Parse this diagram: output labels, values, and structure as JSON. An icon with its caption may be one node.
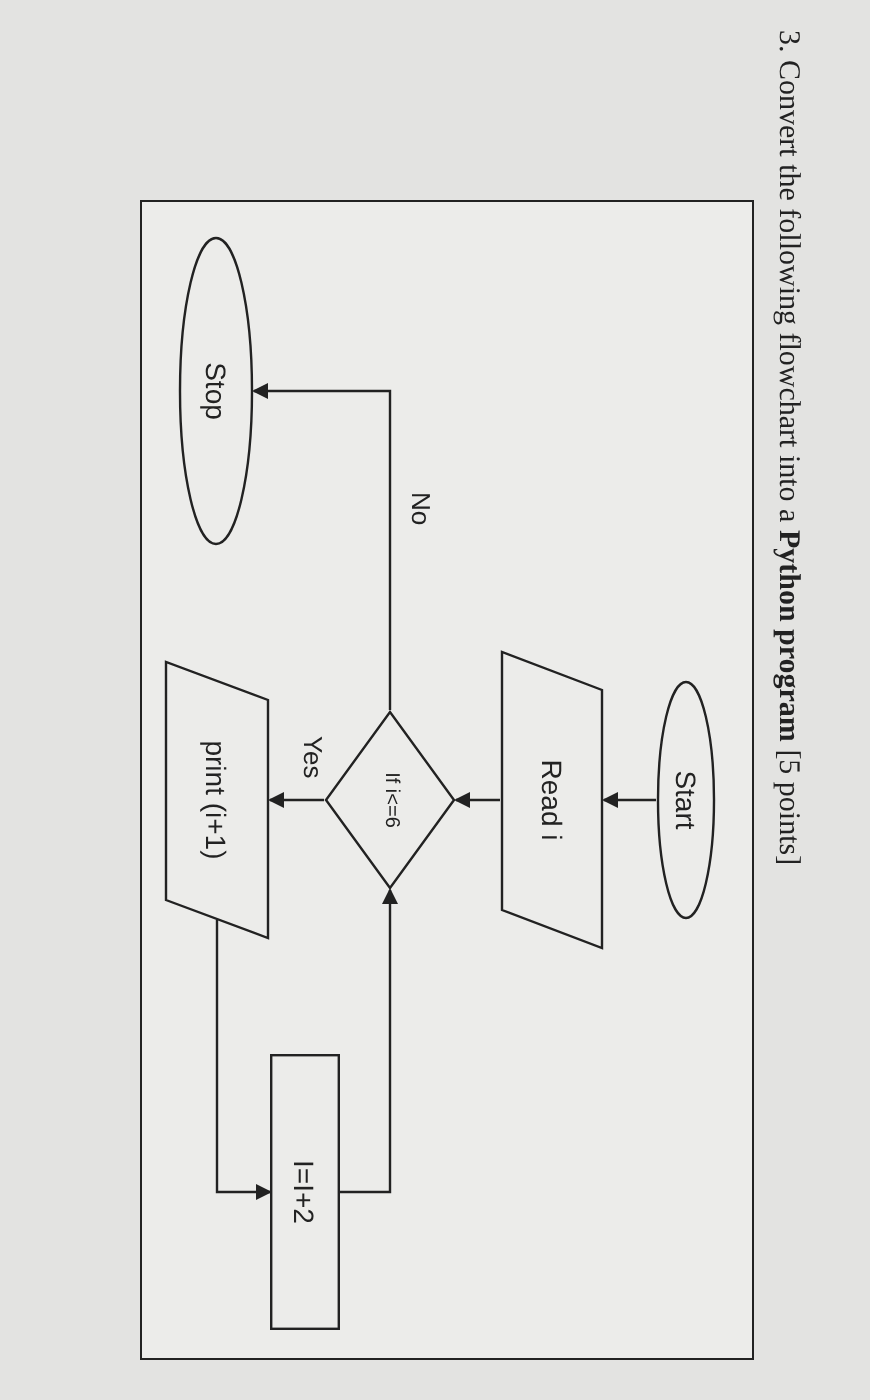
{
  "diagram": {
    "title": "3. Convert the following flowchart into a **Python program** [5 points]",
    "nodes": [
      {
        "text": [
          "Start"
        ]
      },
      {
        "text": [
          "Read i"
        ]
      },
      {
        "text": [
          "If i<=6"
        ]
      },
      {
        "text": [
          "print (i+1)"
        ]
      },
      {
        "text": [
          "Stop"
        ]
      },
      {
        "text": [
          "I=I+2"
        ]
      }
    ],
    "edges": [
      {
        "from": 0,
        "to": 1,
        "arrow": "to"
      },
      {
        "from": 1,
        "to": 2,
        "arrow": "to"
      },
      {
        "from": 2,
        "to": 3,
        "arrow": "to",
        "label": "Yes"
      },
      {
        "from": 3,
        "to": 5,
        "arrow": "to"
      },
      {
        "from": 5,
        "to": 2,
        "arrow": "to"
      },
      {
        "from": 2,
        "to": 4,
        "arrow": "to",
        "label": "No"
      }
    ]
  }
}
